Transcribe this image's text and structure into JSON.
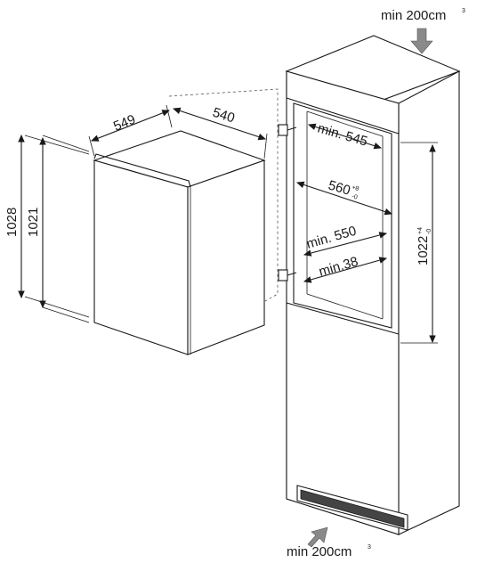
{
  "labels": {
    "top_vent": "min 200cm",
    "top_vent_sup": "3",
    "bottom_vent": "min 200cm",
    "bottom_vent_sup": "3",
    "depth_fridge": "549",
    "width_fridge": "540",
    "height_outer": "1028",
    "height_inner": "1021",
    "niche_depth_min": "min. 545",
    "niche_width": "560",
    "niche_width_tol": "+8",
    "niche_width_tol_low": "-0",
    "niche_depth2_min": "min. 550",
    "gap_min": "min.38",
    "niche_height": "1022",
    "niche_height_tol": "+4",
    "niche_height_tol_low": "-0"
  },
  "colors": {
    "line": "#1a1a1a",
    "arrow": "#8a8a8a"
  },
  "icons": {
    "vent_arrow": "down-arrow-icon",
    "vent_arrow_bottom": "up-right-arrow-icon"
  }
}
